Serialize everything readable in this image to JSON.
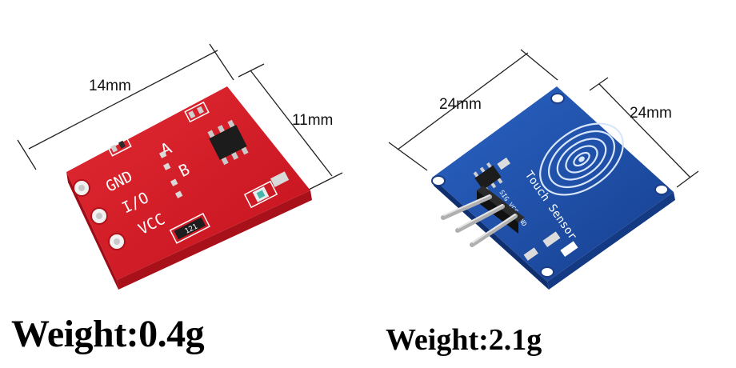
{
  "left_module": {
    "width_label": "14mm",
    "height_label": "11mm",
    "weight_label": "Weight:0.4g",
    "silkscreen": {
      "gnd": "GND",
      "io": "I/O",
      "vcc": "VCC",
      "a": "A",
      "b": "B",
      "resistor": "121"
    },
    "board_color": "#d81f2a"
  },
  "right_module": {
    "width_label": "24mm",
    "height_label": "24mm",
    "weight_label": "Weight:2.1g",
    "silkscreen": {
      "title": "Touch Sensor",
      "pins": "SIG VCC GND"
    },
    "board_color": "#1b4fa8"
  }
}
